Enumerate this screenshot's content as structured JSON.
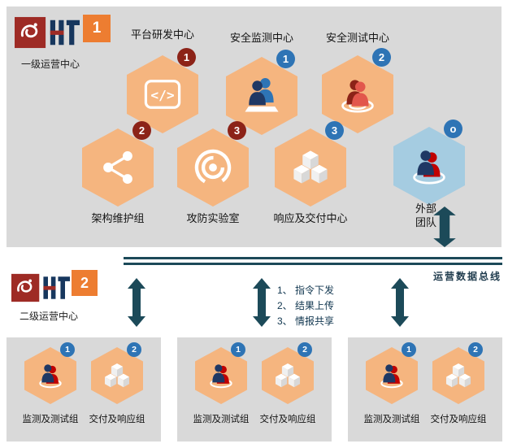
{
  "colors": {
    "panel_gray": "#D9D9D9",
    "hex_orange": "#F5B57F",
    "hex_blue": "#A5CCE1",
    "badge_red": "#8C2318",
    "badge_blue": "#2E74B5",
    "accent_orange": "#ED7D31",
    "arrow_teal": "#1C4A59",
    "text_dark": "#161616",
    "note_navy": "#10364F"
  },
  "level1": {
    "number": "1",
    "label": "一级运营中心",
    "top_titles": [
      "平台研发中心",
      "安全监测中心",
      "安全测试中心"
    ],
    "hexagons": {
      "platform": {
        "badge": "1"
      },
      "monitoring": {
        "badge": "1"
      },
      "testing": {
        "badge": "2"
      },
      "architecture": {
        "badge": "2",
        "label": "架构维护组"
      },
      "lab": {
        "badge": "3",
        "label": "攻防实验室"
      },
      "response": {
        "badge": "3",
        "label": "响应及交付中心"
      }
    },
    "external": {
      "badge": "o",
      "label": "外部\n团队"
    }
  },
  "bus": {
    "label": "运营数据总线"
  },
  "level2": {
    "number": "2",
    "label": "二级运营中心",
    "notes": [
      "1、 指令下发",
      "2、 结果上传",
      "3、 情报共享"
    ]
  },
  "groups": [
    {
      "monitor_badge": "1",
      "monitor_label": "监测及测试组",
      "delivery_badge": "2",
      "delivery_label": "交付及响应组"
    },
    {
      "monitor_badge": "1",
      "monitor_label": "监测及测试组",
      "delivery_badge": "2",
      "delivery_label": "交付及响应组"
    },
    {
      "monitor_badge": "1",
      "monitor_label": "监测及测试组",
      "delivery_badge": "2",
      "delivery_label": "交付及响应组"
    }
  ]
}
